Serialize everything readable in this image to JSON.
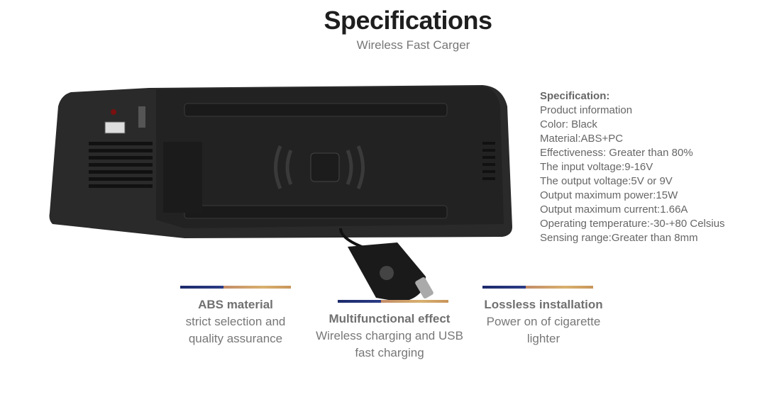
{
  "header": {
    "title": "Specifications",
    "subtitle": "Wireless Fast Carger"
  },
  "specs": {
    "heading": "Specification:",
    "lines": [
      "Product information",
      "Color: Black",
      "Material:ABS+PC",
      "Effectiveness: Greater than 80%",
      "The input voltage:9-16V",
      "The output voltage:5V or 9V",
      "Output maximum power:15W",
      "Output maximum current:1.66A",
      "Operating temperature:-30-+80 Celsius",
      "Sensing range:Greater than 8mm"
    ]
  },
  "features": [
    {
      "title": "ABS material",
      "line1": "strict selection and",
      "line2": "quality assurance"
    },
    {
      "title": "Multifunctional effect",
      "line1": "Wireless charging and USB",
      "line2": "fast charging"
    },
    {
      "title": "Lossless installation",
      "line1": "Power on of cigarette",
      "line2": "lighter"
    }
  ],
  "colors": {
    "bar_blue": "#1c2a6b",
    "bar_gold": "#d8b06e",
    "text": "#777777"
  }
}
